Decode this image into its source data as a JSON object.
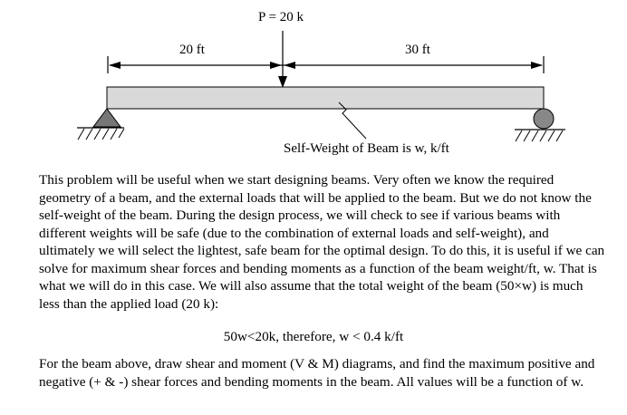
{
  "figure": {
    "load_label": "P = 20 k",
    "span_left": "20 ft",
    "span_right": "30 ft",
    "self_weight_label": "Self-Weight of Beam is w, k/ft"
  },
  "text": {
    "paragraph_1": "This problem will be useful when we start designing beams.  Very often we know the required geometry of a beam, and the external loads that will be applied to the beam.  But we do not know the self-weight of the beam.  During the design process, we will check to see if various beams with different weights will be safe (due to the combination of external loads and self-weight), and ultimately we will select the lightest, safe beam for the optimal design.  To do this, it is useful if we can solve for maximum shear forces and bending moments as a function of the beam weight/ft, w.  That is what we will do in this case.  We will also assume that the total weight of the beam (50×w) is much less than the applied load (20 k):",
    "equation": "50w<20k, therefore, w < 0.4 k/ft",
    "paragraph_2": "For the beam above, draw shear and moment (V & M) diagrams, and find the maximum positive and negative (+ & -) shear forces and bending moments in the beam.  All values will be a function of w."
  }
}
